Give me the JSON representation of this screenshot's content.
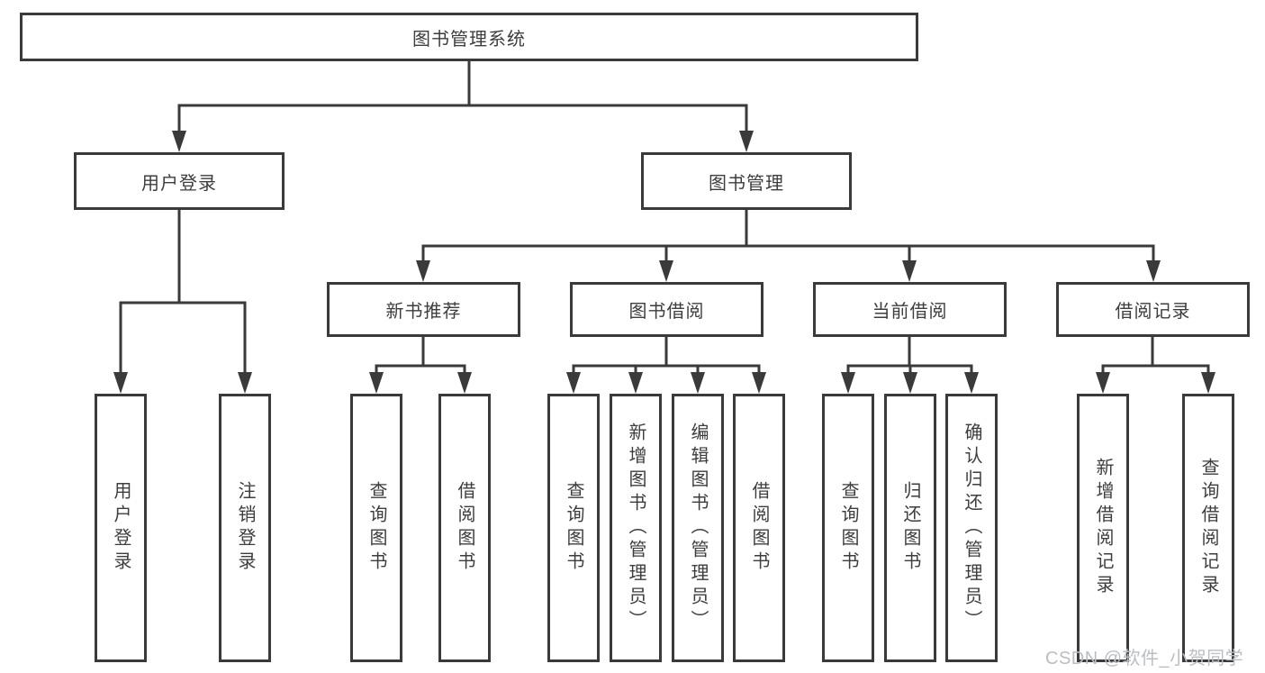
{
  "diagram": {
    "title_node": {
      "label": "图书管理系统"
    },
    "level2": {
      "user_login": {
        "label": "用户登录"
      },
      "book_mgmt": {
        "label": "图书管理"
      }
    },
    "level3": {
      "new_books": {
        "label": "新书推荐"
      },
      "book_borrow": {
        "label": "图书借阅"
      },
      "current_borrow": {
        "label": "当前借阅"
      },
      "borrow_records": {
        "label": "借阅记录"
      }
    },
    "leaves": {
      "user_login_leaf": "用户登录",
      "logout": "注销登录",
      "nb_query_books": "查询图书",
      "nb_borrow_books": "借阅图书",
      "bw_query_books": "查询图书",
      "bw_add_books": "新增图书（管理员）",
      "bw_edit_books": "编辑图书（管理员）",
      "bw_borrow_books": "借阅图书",
      "cur_query_books": "查询图书",
      "cur_return_books": "归还图书",
      "cur_confirm_return": "确认归还（管理员）",
      "rec_add_record": "新增借阅记录",
      "rec_query_record": "查询借阅记录"
    },
    "colors": {
      "line": "#3a3a3a",
      "box_background": "#ffffff",
      "text": "#3d3d3d",
      "watermark": "#babec3"
    }
  },
  "watermark": {
    "text": "CSDN @软件_小贺同学"
  }
}
